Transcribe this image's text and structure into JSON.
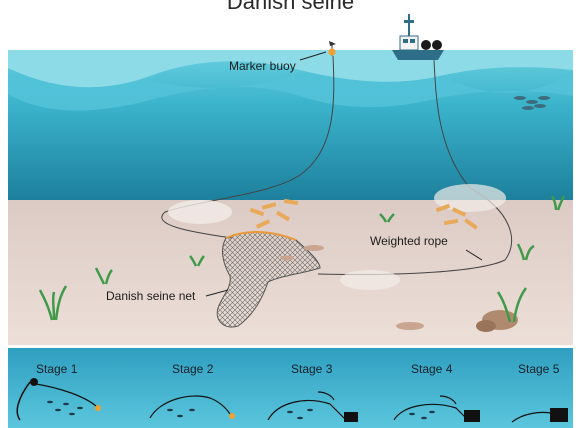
{
  "title": "Danish seine",
  "labels": {
    "marker_buoy": "Marker buoy",
    "weighted_rope": "Weighted rope",
    "danish_seine_net": "Danish seine net"
  },
  "stages": [
    "Stage 1",
    "Stage 2",
    "Stage 3",
    "Stage 4",
    "Stage 5"
  ],
  "colors": {
    "sky": "#ffffff",
    "sea_surface": "#5ec9dc",
    "water_mid": "#3fb3cc",
    "water_deep": "#1f86a4",
    "seabed": "#e6d9d2",
    "stage_panel": "#43b8d4",
    "rope": "#444444",
    "buoy": "#f0a030",
    "boat_hull": "#2e6e88",
    "seaweed": "#3f9a4a",
    "timber": "#e8a95a"
  }
}
